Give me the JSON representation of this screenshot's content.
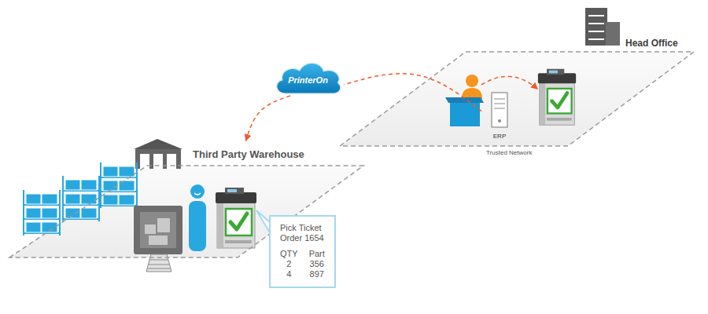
{
  "diagram": {
    "nodes": [
      {
        "text": [
          "Head Office",
          "Trusted Network"
        ]
      },
      {
        "text": [
          "ERP"
        ],
        "in": 0
      },
      {
        "text": [
          "PrinterOn"
        ]
      },
      {
        "text": [
          "Third Party Warehouse"
        ]
      },
      {
        "text": [
          "Pick Ticket",
          "Order 1654",
          "QTY",
          "Part",
          "2",
          "356",
          "4",
          "897"
        ],
        "in": 3
      }
    ],
    "edges": [
      {
        "from": 1,
        "to": 2,
        "arrow": "none"
      },
      {
        "from": 2,
        "to": 3,
        "arrow": "to"
      }
    ]
  }
}
